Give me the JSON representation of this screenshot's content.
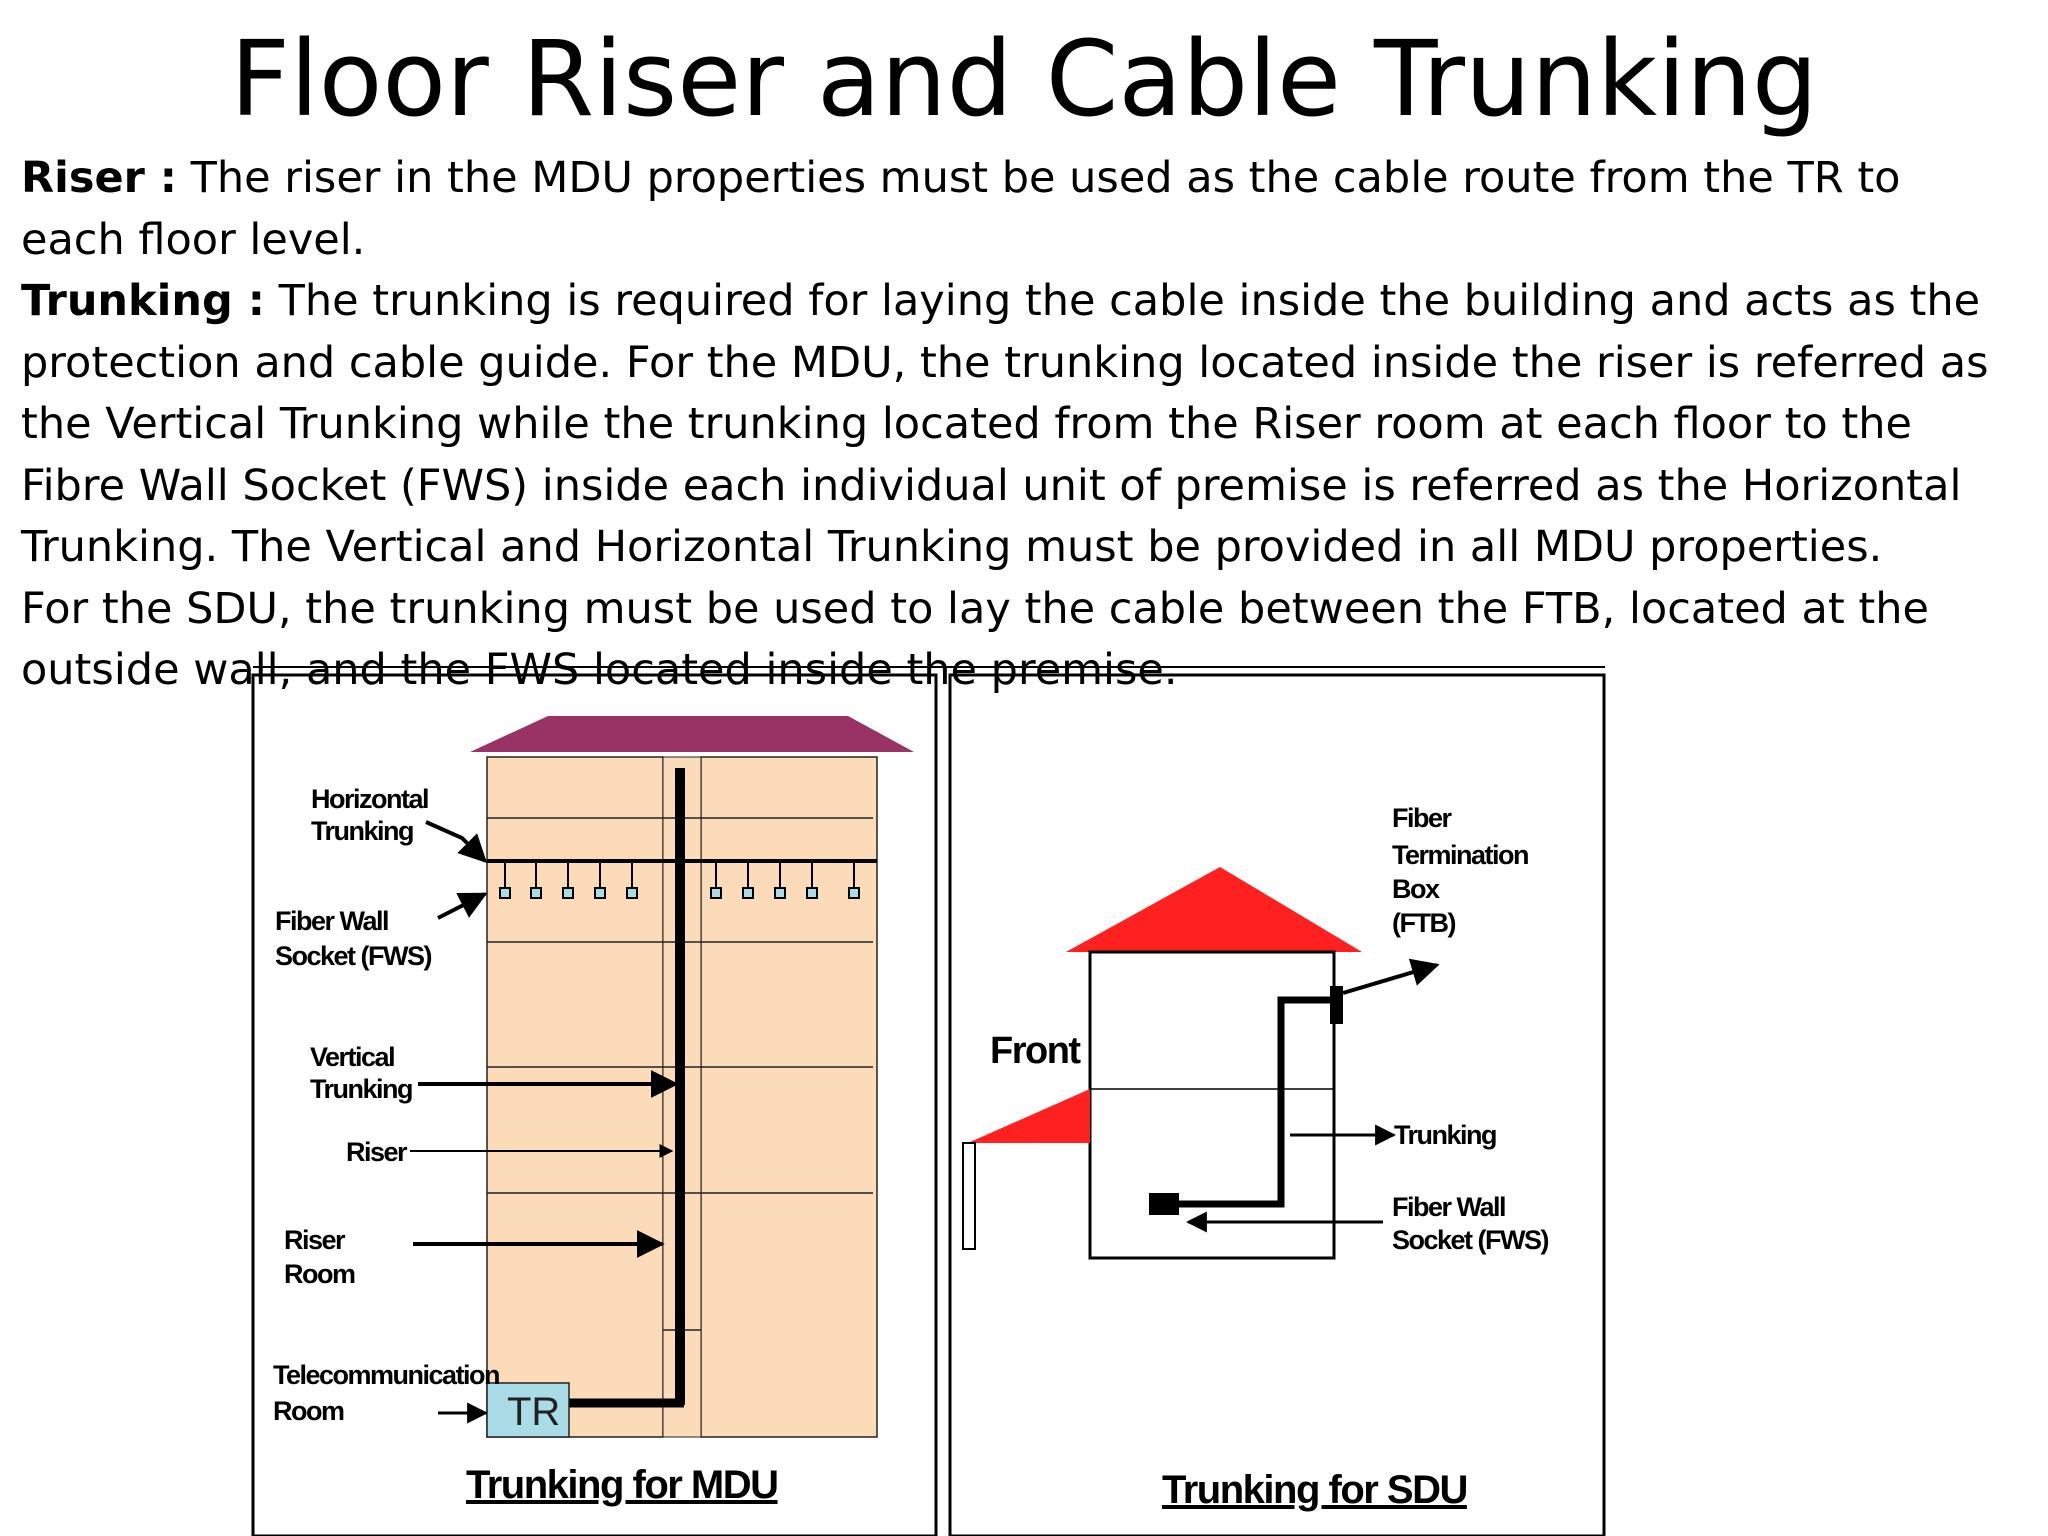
{
  "title": "Floor Riser and Cable Trunking",
  "paragraphs": {
    "riser_label": "Riser :",
    "riser_text": "The riser in the MDU properties must be used as the cable route from the TR to each floor level.",
    "trunking_label": "Trunking :",
    "trunking_text": "The trunking is required for laying the cable inside the building and acts as the protection and cable guide. For the MDU, the trunking located inside the riser is referred as the  Vertical Trunking while the trunking located from the Riser room at each floor to the Fibre  Wall Socket (FWS) inside each individual unit of premise is referred as the Horizontal Trunking. The Vertical and Horizontal Trunking must be provided in all MDU properties.",
    "sdu_text": "For the SDU, the trunking must be used to lay the cable between the FTB, located at the outside wall, and the FWS located inside the premise."
  },
  "mdu": {
    "horizontal_trunking_1": "Horizontal",
    "horizontal_trunking_2": "Trunking",
    "fws_1": "Fiber Wall",
    "fws_2": "Socket (FWS)",
    "vertical_trunking_1": "Vertical",
    "vertical_trunking_2": "Trunking",
    "riser": "Riser",
    "riser_room_1": "Riser",
    "riser_room_2": "Room",
    "telecom_room_1": "Telecommunication",
    "telecom_room_2": "Room",
    "tr": "TR",
    "caption": "Trunking for MDU"
  },
  "sdu": {
    "front": "Front",
    "ftb_1": "Fiber",
    "ftb_2": "Termination",
    "ftb_3": "Box",
    "ftb_4": "(FTB)",
    "trunking": "Trunking",
    "fws_1": "Fiber Wall",
    "fws_2": "Socket (FWS)",
    "caption": "Trunking for SDU"
  },
  "colors": {
    "roof_mdu": "#993366",
    "building_fill": "#fcdcb8",
    "roof_sdu": "#ff2020",
    "tr_box": "#aadce8"
  }
}
